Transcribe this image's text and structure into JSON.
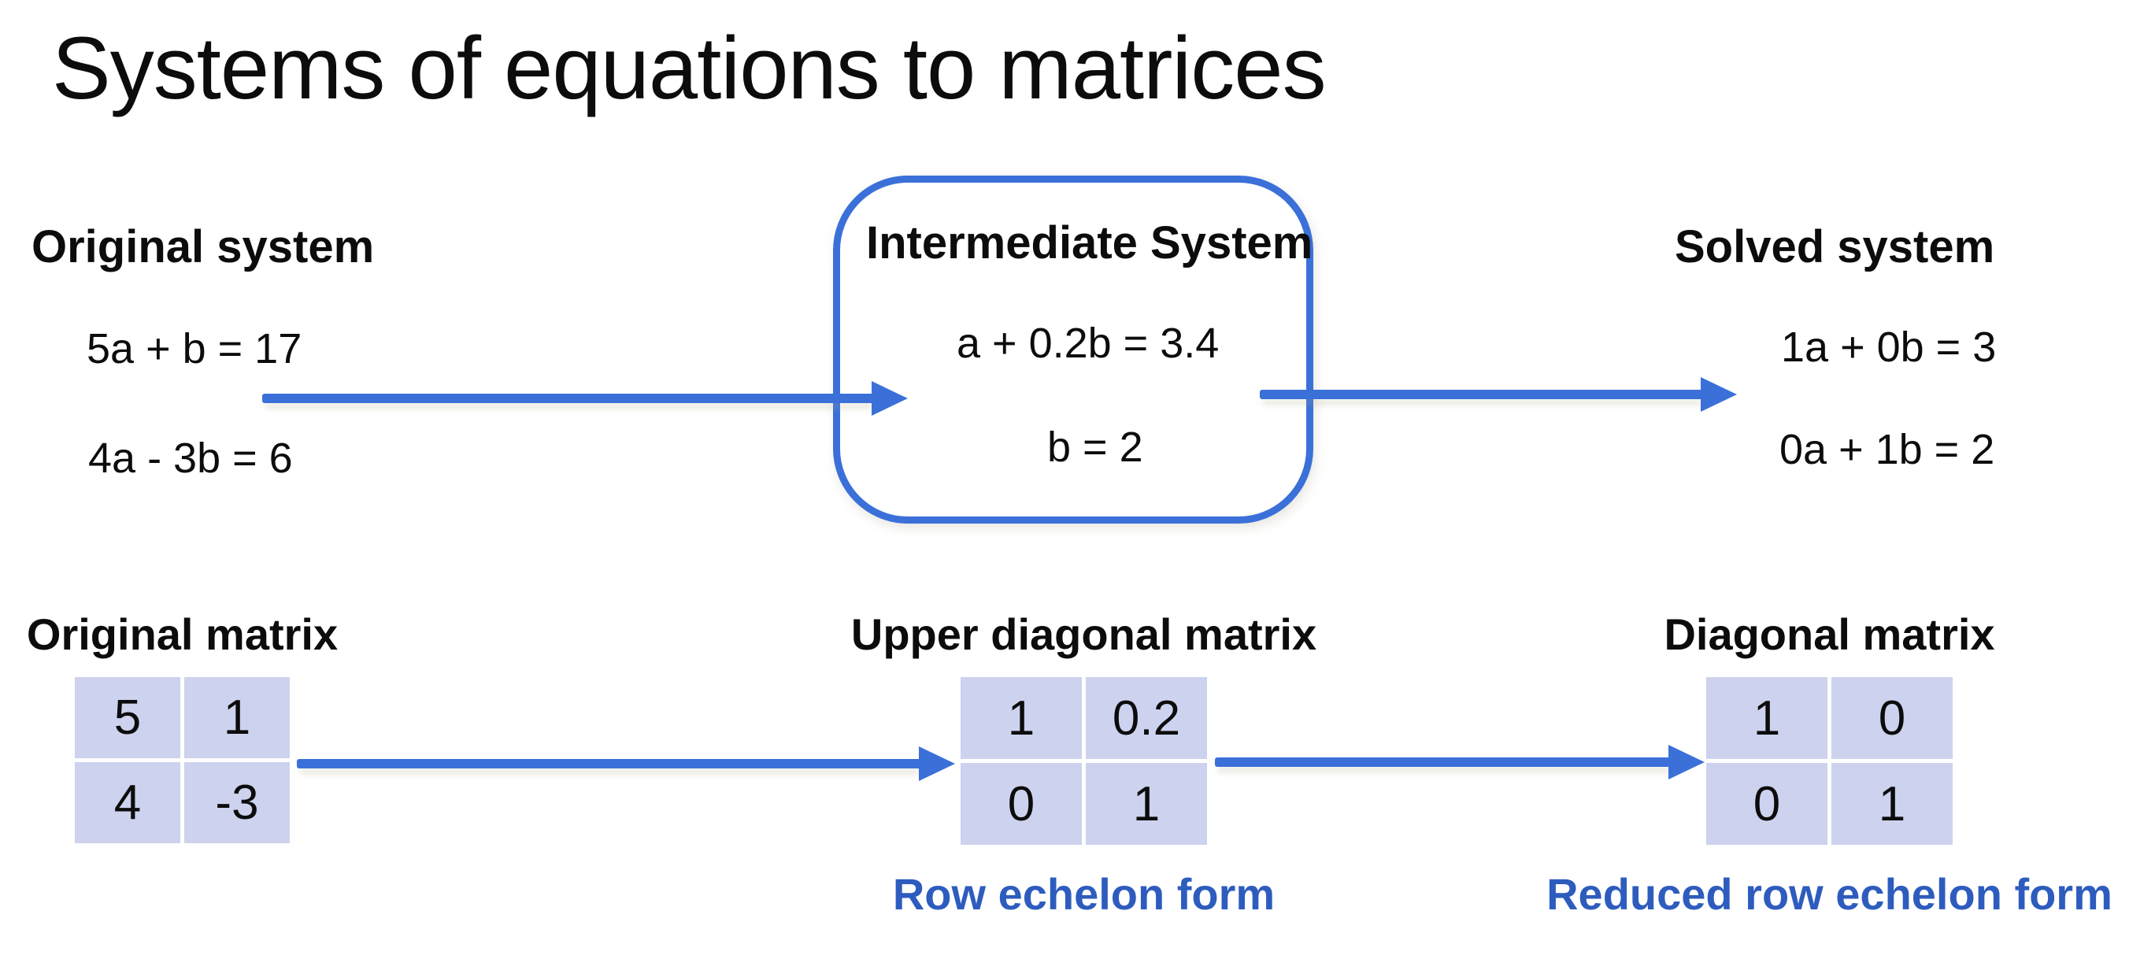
{
  "title": "Systems of equations to matrices",
  "systems": [
    {
      "heading": "Original system",
      "equations": [
        "5a + b = 17",
        "4a - 3b = 6"
      ]
    },
    {
      "heading": "Intermediate System",
      "equations": [
        "a + 0.2b = 3.4",
        "b = 2"
      ]
    },
    {
      "heading": "Solved system",
      "equations": [
        "1a + 0b = 3",
        "0a + 1b = 2"
      ]
    }
  ],
  "matrices": [
    {
      "heading": "Original matrix",
      "cells": [
        "5",
        "1",
        "4",
        "-3"
      ]
    },
    {
      "heading": "Upper diagonal matrix",
      "cells": [
        "1",
        "0.2",
        "0",
        "1"
      ],
      "caption": "Row echelon form"
    },
    {
      "heading": "Diagonal matrix",
      "cells": [
        "1",
        "0",
        "0",
        "1"
      ],
      "caption": "Reduced row echelon form"
    }
  ],
  "colors": {
    "accent_blue": "#3b70d9",
    "caption_blue": "#2e5cbe",
    "matrix_cell_bg": "#cdd2ee",
    "text": "#0c0c0c",
    "background": "#ffffff"
  }
}
